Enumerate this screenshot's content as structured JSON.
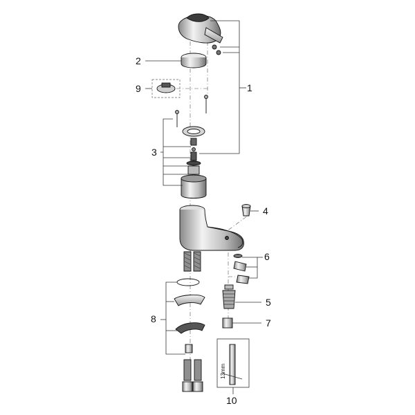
{
  "callouts": [
    {
      "id": "1",
      "label": "1"
    },
    {
      "id": "2",
      "label": "2"
    },
    {
      "id": "3",
      "label": "3"
    },
    {
      "id": "4",
      "label": "4"
    },
    {
      "id": "5",
      "label": "5"
    },
    {
      "id": "6",
      "label": "6"
    },
    {
      "id": "7",
      "label": "7"
    },
    {
      "id": "8",
      "label": "8"
    },
    {
      "id": "9",
      "label": "9"
    },
    {
      "id": "10",
      "label": "10"
    }
  ],
  "tool_dimension": "13mm",
  "colors": {
    "line": "#333333",
    "part_fill": "#d9d9d9",
    "dark": "#4a4a4a"
  }
}
